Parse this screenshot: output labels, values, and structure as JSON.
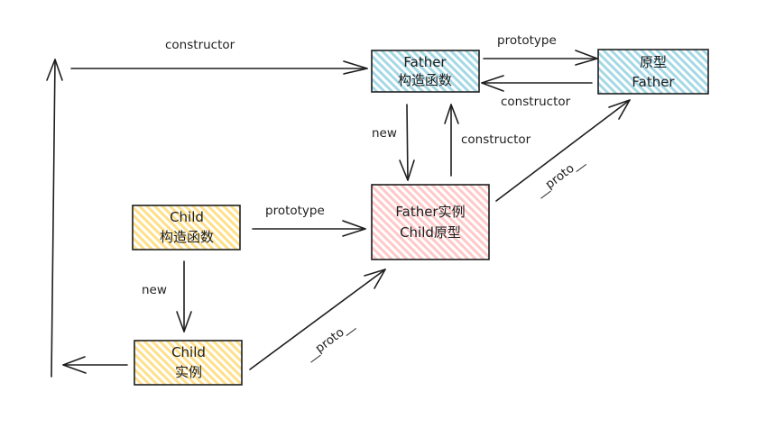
{
  "diagram": {
    "title": "",
    "colors": {
      "father": "#a5d8e6",
      "instance": "#ffc9c9",
      "child": "#ffe08a",
      "stroke": "#1e1e1e",
      "background": "#ffffff"
    },
    "nodes": {
      "father_ctor": {
        "line1": "Father",
        "line2": "构造函数"
      },
      "father_proto": {
        "line1": "原型",
        "line2": "Father"
      },
      "father_instance": {
        "line1": "Father实例",
        "line2": "Child原型"
      },
      "child_ctor": {
        "line1": "Child",
        "line2": "构造函数"
      },
      "child_instance": {
        "line1": "Child",
        "line2": "实例"
      }
    },
    "edges": {
      "left_constructor": {
        "label": "constructor",
        "from": "child_instance",
        "to": "father_ctor"
      },
      "father_prototype": {
        "label": "prototype",
        "from": "father_ctor",
        "to": "father_proto"
      },
      "father_proto_constructor": {
        "label": "constructor",
        "from": "father_proto",
        "to": "father_ctor"
      },
      "father_new": {
        "label": "new",
        "from": "father_ctor",
        "to": "father_instance"
      },
      "instance_constructor": {
        "label": "constructor",
        "from": "father_instance",
        "to": "father_ctor"
      },
      "instance_proto": {
        "label": "__proto__",
        "from": "father_instance",
        "to": "father_proto"
      },
      "child_prototype": {
        "label": "prototype",
        "from": "child_ctor",
        "to": "father_instance"
      },
      "child_new": {
        "label": "new",
        "from": "child_ctor",
        "to": "child_instance"
      },
      "child_instance_proto": {
        "label": "__proto__",
        "from": "child_instance",
        "to": "father_instance"
      }
    }
  }
}
